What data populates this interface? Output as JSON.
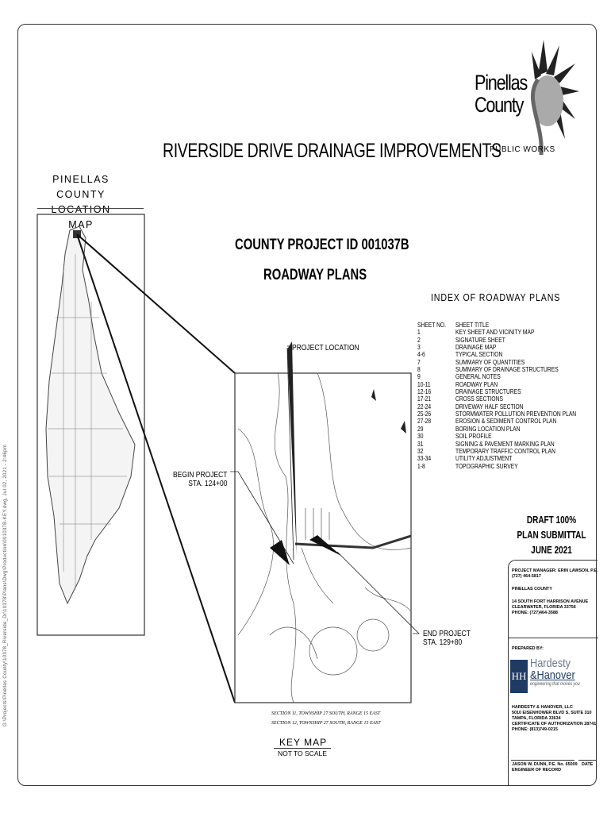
{
  "file_path": "G:\\Projects\\Pinellas County\\10378_Riverside_Dr\\10378\\Plans\\Dwg\\Production\\001037B-KEY.dwg, Jul 02, 2021 - 2:46pm",
  "title": "RIVERSIDE DRIVE DRAINAGE IMPROVEMENTS",
  "logo": {
    "line1": "Pinellas",
    "line2": "County",
    "line3": "PUBLIC WORKS"
  },
  "location_map": {
    "line1": "PINELLAS COUNTY",
    "line2": "LOCATION MAP"
  },
  "project_id": "COUNTY PROJECT ID 001037B",
  "plans_type": "ROADWAY PLANS",
  "index": {
    "title": "INDEX OF ROADWAY PLANS",
    "header": {
      "no": "SHEET NO.",
      "title": "SHEET TITLE"
    },
    "rows": [
      {
        "no": "1",
        "title": "KEY SHEET AND VICINITY MAP"
      },
      {
        "no": "2",
        "title": "SIGNATURE SHEET"
      },
      {
        "no": "3",
        "title": "DRAINAGE MAP"
      },
      {
        "no": "4-6",
        "title": "TYPICAL SECTION"
      },
      {
        "no": "7",
        "title": "SUMMARY OF QUANTITIES"
      },
      {
        "no": "8",
        "title": "SUMMARY OF DRAINAGE STRUCTURES"
      },
      {
        "no": "9",
        "title": "GENERAL NOTES"
      },
      {
        "no": "10-11",
        "title": "ROADWAY PLAN"
      },
      {
        "no": "12-16",
        "title": "DRAINAGE STRUCTURES"
      },
      {
        "no": "17-21",
        "title": "CROSS SECTIONS"
      },
      {
        "no": "22-24",
        "title": "DRIVEWAY HALF SECTION"
      },
      {
        "no": "25-26",
        "title": "STORMWATER POLLUTION PREVENTION PLAN"
      },
      {
        "no": "27-28",
        "title": "EROSION & SEDIMENT CONTROL PLAN"
      },
      {
        "no": "29",
        "title": "BORING LOCATION PLAN"
      },
      {
        "no": "30",
        "title": "SOIL PROFILE"
      },
      {
        "no": "31",
        "title": "SIGNING & PAVEMENT MARKING PLAN"
      },
      {
        "no": "32",
        "title": "TEMPORARY TRAFFIC CONTROL PLAN"
      },
      {
        "no": "33-34",
        "title": "UTILITY ADJUSTMENT"
      },
      {
        "no": "1-8",
        "title": "TOPOGRAPHIC SURVEY"
      }
    ]
  },
  "callouts": {
    "project_location": "PROJECT LOCATION",
    "begin_line1": "BEGIN PROJECT",
    "begin_line2": "STA. 124+00",
    "end_line1": "END PROJECT",
    "end_line2": "STA. 129+80"
  },
  "sections": {
    "line1": "SECTION 11, TOWNSHIP 27 SOUTH, RANGE 15 EAST",
    "line2": "SECTION 12, TOWNSHIP 27 SOUTH, RANGE 15 EAST"
  },
  "key_map": {
    "label": "KEY MAP",
    "scale": "NOT TO SCALE"
  },
  "draft": {
    "line1": "DRAFT 100%",
    "line2": "PLAN SUBMITTAL",
    "line3": "JUNE 2021"
  },
  "owner": {
    "pm": "PROJECT MANAGER: ERIN LAWSON, P.E.",
    "pm_phone": "(727) 464-5817",
    "county": "PINELLAS COUNTY",
    "addr1": "14 SOUTH FORT HARRISON AVENUE",
    "addr2": "CLEARWATER, FLORIDA  33756",
    "phone": "PHONE:  (727)464-3588"
  },
  "prepared_by": "PREPARED BY:",
  "consultant_logo": {
    "mark": "HH",
    "name1": "Hardesty",
    "name2": "&Hanover",
    "tagline": "engineering that moves you"
  },
  "consultant": {
    "name": "HARDESTY & HANOVER, LLC",
    "addr1": "5010 EISENHOWER BLVD S, SUITE 310",
    "addr2": "TAMPA, FLORIDA 33634",
    "cert": "CERTIFICATE OF AUTHORIZATION 28741",
    "phone": "PHONE: (813)749-0215"
  },
  "engineer": {
    "name": "JASON W. DUNN, P.E. No. 65009",
    "role": "ENGINEER OF RECORD",
    "date_label": "DATE"
  }
}
